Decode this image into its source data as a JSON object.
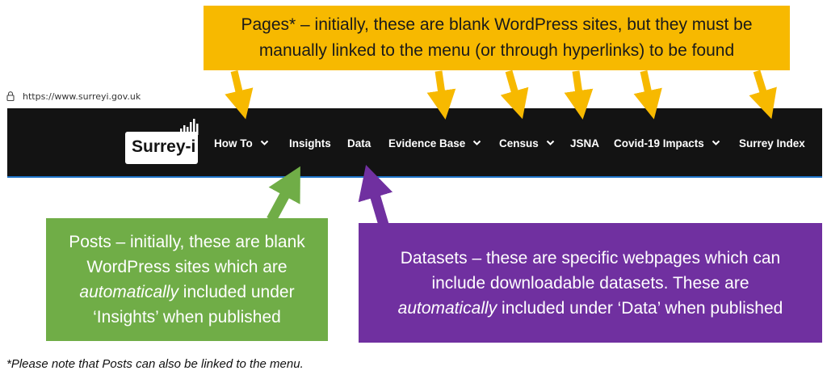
{
  "browser": {
    "url": "https://www.surreyi.gov.uk"
  },
  "site": {
    "logo_text": "Surrey-i",
    "nav": [
      {
        "label": "How To",
        "dropdown": true
      },
      {
        "label": "Insights",
        "dropdown": false
      },
      {
        "label": "Data",
        "dropdown": false
      },
      {
        "label": "Evidence Base",
        "dropdown": true
      },
      {
        "label": "Census",
        "dropdown": true
      },
      {
        "label": "JSNA",
        "dropdown": false
      },
      {
        "label": "Covid-19 Impacts",
        "dropdown": true
      },
      {
        "label": "Surrey Index",
        "dropdown": false
      }
    ]
  },
  "callouts": {
    "pages": {
      "line1": "Pages* – initially, these are blank WordPress sites, but they must be",
      "line2": "manually linked to the menu (or through hyperlinks) to be found",
      "color": "#f7b900"
    },
    "posts": {
      "line1": "Posts – initially, these are blank",
      "line2": "WordPress sites which are",
      "line3_em": "automatically",
      "line3_rest": " included under",
      "line4": "‘Insights’ when published",
      "color": "#70ad47"
    },
    "datasets": {
      "line1": "Datasets – these are specific webpages which can",
      "line2": "include downloadable datasets. These are",
      "line3_em": "automatically",
      "line3_rest": " included under ‘Data’ when published",
      "color": "#7030a0"
    }
  },
  "footnote": "*Please note that Posts can also be linked to the menu.",
  "colors": {
    "navbar": "#131313",
    "nav_underline": "#1f75c9",
    "arrow_yellow": "#f7b900",
    "arrow_green": "#70ad47",
    "arrow_purple": "#7030a0"
  }
}
